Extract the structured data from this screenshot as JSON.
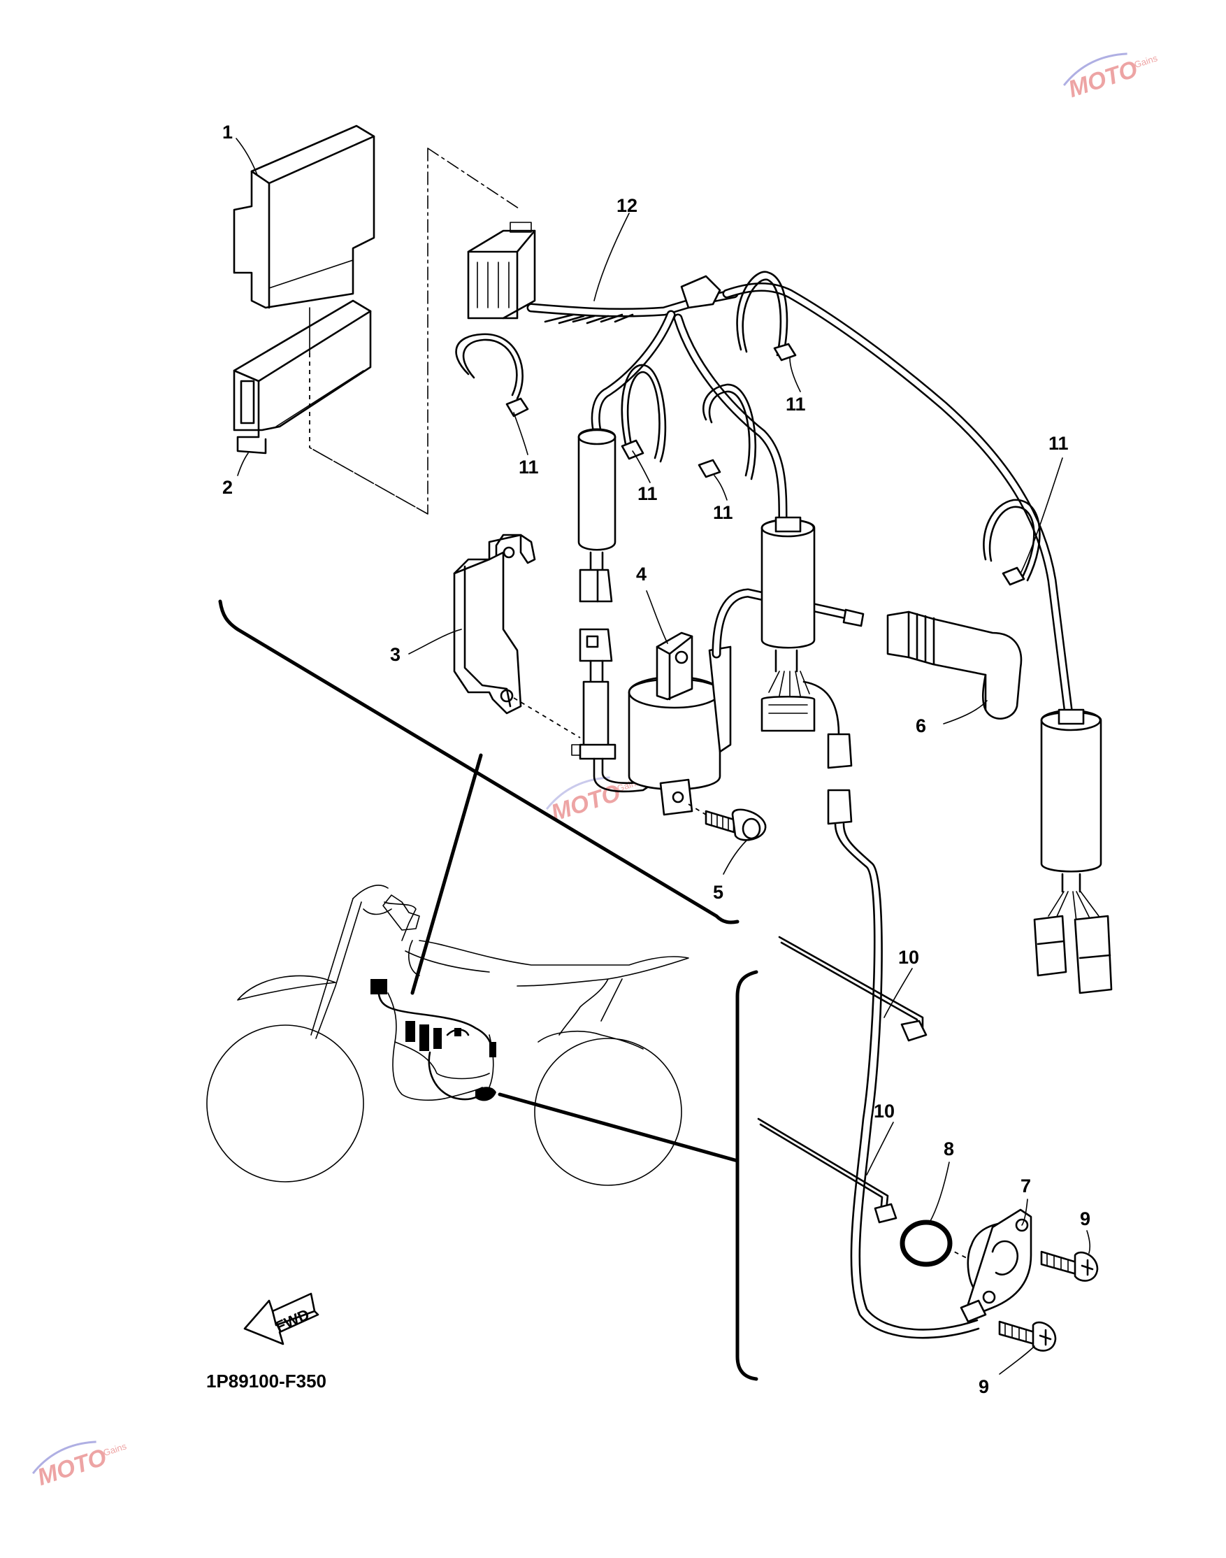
{
  "diagram_code": "1P89100-F350",
  "fwd_label": "FWD",
  "watermark": {
    "brand": "MOTO",
    "sub": "Gains",
    "color": "#e05a5a"
  },
  "callouts": {
    "c1": "1",
    "c2": "2",
    "c3": "3",
    "c4": "4",
    "c5": "5",
    "c6": "6",
    "c7": "7",
    "c8": "8",
    "c9a": "9",
    "c9b": "9",
    "c10a": "10",
    "c10b": "10",
    "c11a": "11",
    "c11b": "11",
    "c11c": "11",
    "c11d": "11",
    "c11e": "11",
    "c12": "12"
  }
}
